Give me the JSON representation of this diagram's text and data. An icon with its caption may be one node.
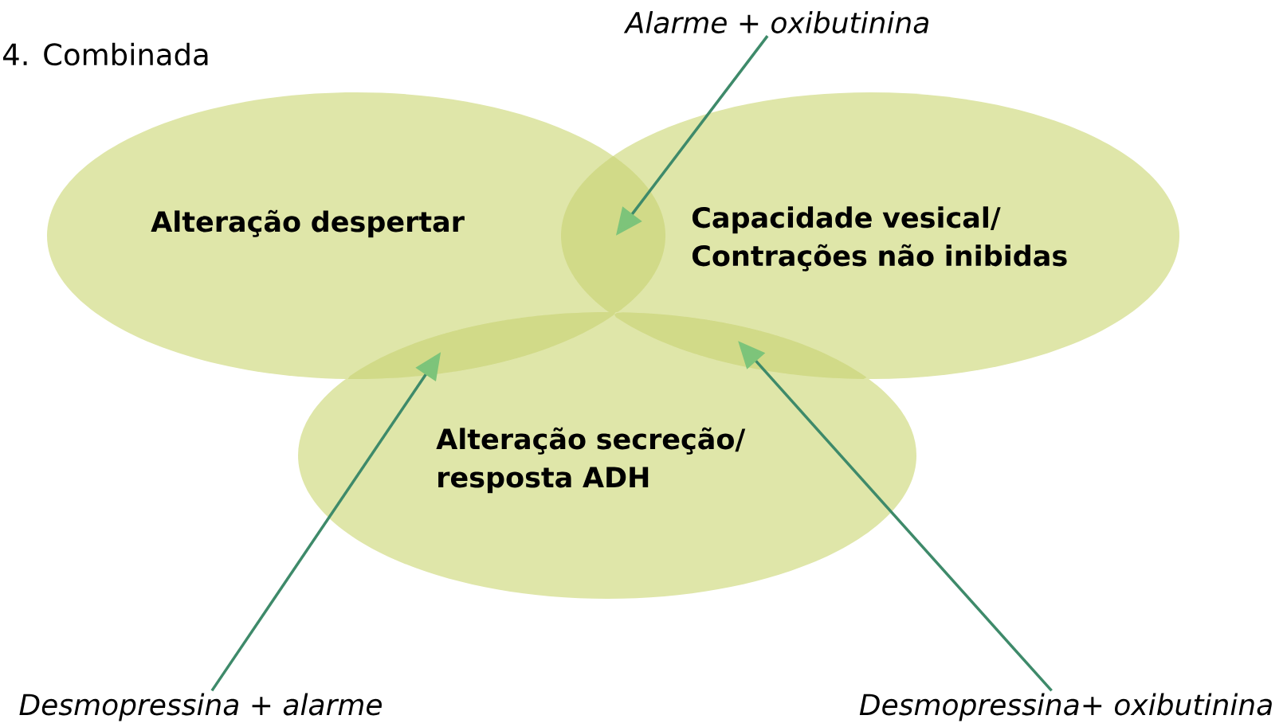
{
  "diagram": {
    "title": "4. Combinada",
    "nodes": [
      {
        "text": [
          "Alteração despertar"
        ]
      },
      {
        "text": [
          "Capacidade vesical/ Contrações não inibidas"
        ]
      },
      {
        "text": [
          "Alteração secreção/ resposta ADH"
        ]
      },
      {
        "text": [
          "Alarme + oxibutinina"
        ]
      },
      {
        "text": [
          "Desmopressina + alarme"
        ]
      },
      {
        "text": [
          "Desmopressina+ oxibutinina"
        ]
      },
      {
        "text": [],
        "shape": "lens"
      },
      {
        "text": [],
        "shape": "lens"
      },
      {
        "text": [],
        "shape": "lens"
      }
    ],
    "edges": [
      {
        "from": 3,
        "to": 6,
        "arrow": "to"
      },
      {
        "from": 4,
        "to": 7,
        "arrow": "to"
      },
      {
        "from": 5,
        "to": 8,
        "arrow": "to"
      }
    ]
  }
}
